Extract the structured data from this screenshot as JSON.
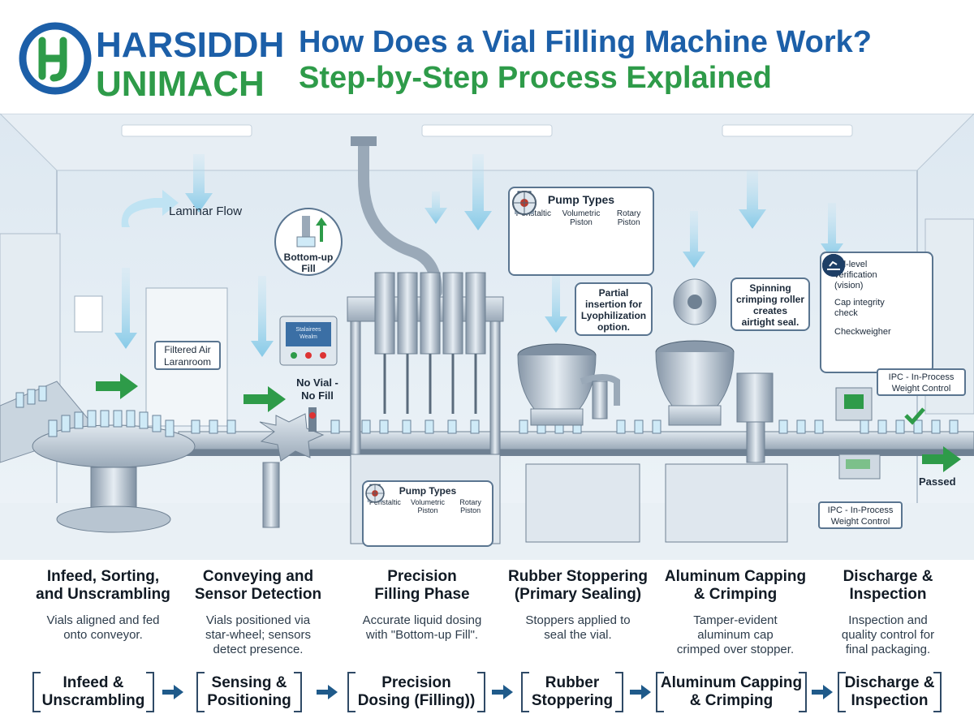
{
  "logo": {
    "line1": "HARSIDDH",
    "line2": "UNIMACH"
  },
  "title": {
    "line1": "How Does a Vial Filling Machine Work?",
    "line2": "Step-by-Step Process Explained"
  },
  "scene": {
    "laminar_flow": "Laminar Flow",
    "filtered_air": [
      "Filtered Air",
      "Laranroom"
    ],
    "bottom_up_fill": [
      "Bottom-up",
      "Fill"
    ],
    "screen_text": [
      "Stalairees",
      "Wealm"
    ],
    "no_vial": [
      "No Vial -",
      "No Fill"
    ],
    "pump_types_top": {
      "title": "Pump Types",
      "items": [
        {
          "label": "Peristaltic",
          "icon": "peristaltic-pump-icon"
        },
        {
          "label": "Volumetric\nPiston",
          "icon": "volumetric-piston-icon"
        },
        {
          "label": "Rotary\nPiston",
          "icon": "rotary-piston-icon"
        }
      ]
    },
    "pump_types_bottom": {
      "title": "Pump Types",
      "items": [
        {
          "label": "Peristaltic",
          "icon": "peristaltic-pump-icon"
        },
        {
          "label": "Volumetric\nPiston",
          "icon": "volumetric-piston-icon"
        },
        {
          "label": "Rotary\nPiston",
          "icon": "rotary-piston-icon"
        }
      ]
    },
    "partial_insertion": [
      "Partial",
      "insertion for",
      "Lyophilization",
      "option."
    ],
    "spinning_roller": [
      "Spinning",
      "crimping roller",
      "creates",
      "airtight seal."
    ],
    "qc_list": [
      {
        "label": "Fill-level\nverification\n(vision)",
        "icon": "vial-vision-icon"
      },
      {
        "label": "Cap integrity\ncheck",
        "icon": "cap-icon"
      },
      {
        "label": "Checkweigher",
        "icon": "scale-icon"
      }
    ],
    "ipc_top": [
      "IPC - In-Process",
      "Weight Control"
    ],
    "ipc_bottom": [
      "IPC - In-Process",
      "Weight Control"
    ],
    "passed": "Passed"
  },
  "steps": [
    {
      "title": "Infeed, Sorting,\nand Unscrambling",
      "desc": "Vials aligned and fed\nonto conveyor."
    },
    {
      "title": "Conveying and\nSensor Detection",
      "desc": "Vials positioned via\nstar-wheel; sensors\ndetect presence."
    },
    {
      "title": "Precision\nFilling Phase",
      "desc": "Accurate liquid dosing\nwith \"Bottom-up Fill\"."
    },
    {
      "title": "Rubber Stoppering\n(Primary Sealing)",
      "desc": "Stoppers applied to\nseal the vial."
    },
    {
      "title": "Aluminum Capping\n& Crimping",
      "desc": "Tamper-evident\naluminum cap\ncrimped over stopper."
    },
    {
      "title": "Discharge &\nInspection",
      "desc": "Inspection and\nquality control for\nfinal packaging."
    }
  ],
  "flow": [
    "Infeed &\nUnscrambling",
    "Sensing &\nPositioning",
    "Precision\nDosing (Filling))",
    "Rubber\nStoppering",
    "Aluminum Capping\n& Crimping",
    "Discharge &\nInspection"
  ],
  "colors": {
    "blue": "#1c5fa8",
    "green": "#2e9b49",
    "steel": "#9aa9b8",
    "dark": "#2f4a66"
  }
}
